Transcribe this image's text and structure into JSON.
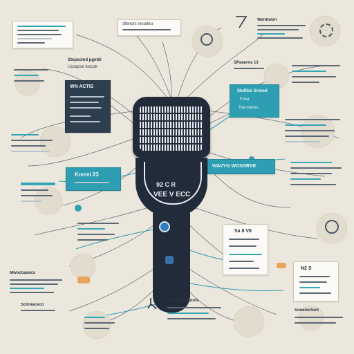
{
  "colors": {
    "background": "#ece7dd",
    "mic_body": "#222b3a",
    "accent_teal": "#2e9fb2",
    "dark_card": "#2d3e4f",
    "wire": "#3b4a58"
  },
  "mic": {
    "band_label": "VEE V ECC",
    "band_sub": "92 C R"
  },
  "banners": {
    "left": "Korrei 23",
    "right": "WAVYG WOSSRSE"
  },
  "cards": {
    "top_left": {
      "title": "Stepsomd pgetdi",
      "sub": "Ucoapse toccok"
    },
    "dark_left": {
      "title": "WN ACTIS"
    },
    "teal_right": {
      "title": "Sbdfbls Snmed",
      "sub": "Fosa",
      "sub2": "Tsersteces"
    },
    "mid_right": {
      "title": "SPaeerns 13"
    },
    "panel_right": {
      "title": "Sa 8 V8"
    },
    "panel_far_right": {
      "title": "N2 S"
    },
    "bottom_left": {
      "title": "Mwocbasecs"
    },
    "bottom_mid": {
      "title": "Kaeslunctrutins"
    },
    "bottom_right": {
      "title": "Soeenortoct"
    },
    "bottom_far_left": {
      "title": "Scmnaceco"
    },
    "top_right": {
      "title": "Wenbwon"
    },
    "top_center": {
      "title": "Sfenorc resodeu"
    }
  },
  "icons": [
    "microphone-icon",
    "hand-cursor-icon",
    "arrow-icon",
    "gear-icon",
    "speaker-icon",
    "gauge-icon"
  ]
}
